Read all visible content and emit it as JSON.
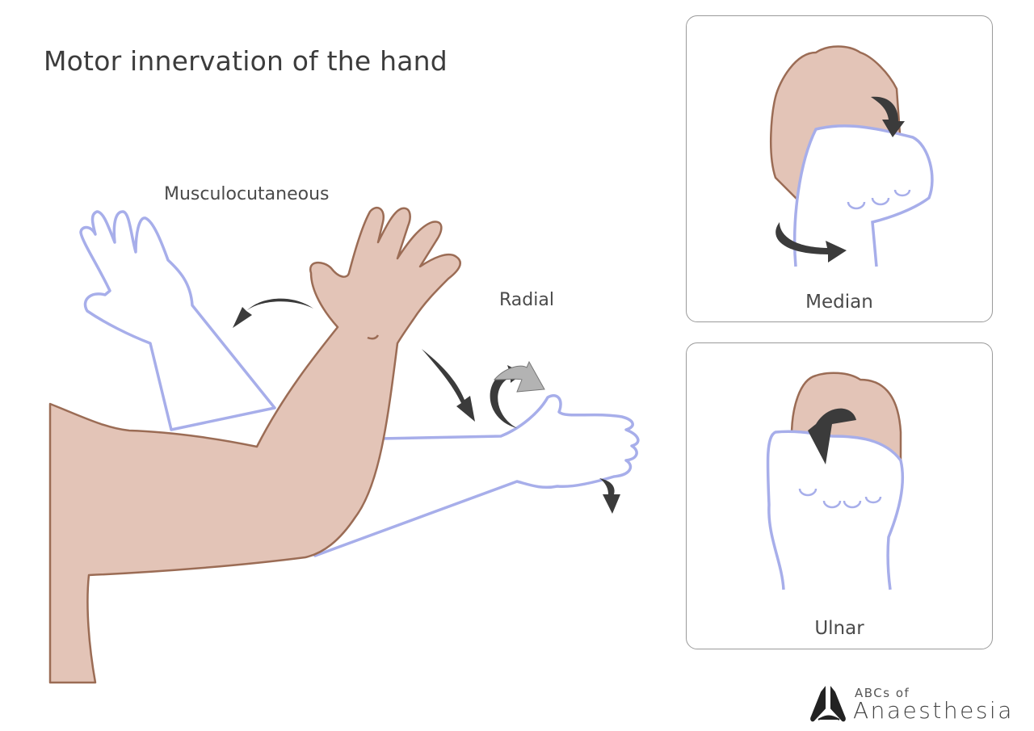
{
  "title": "Motor innervation of the hand",
  "labels": {
    "musculocutaneous": "Musculocutaneous",
    "radial": "Radial",
    "median": "Median",
    "ulnar": "Ulnar"
  },
  "logo": {
    "line1": "ABCs of",
    "line2": "Anaesthesia"
  },
  "colors": {
    "skin": "#e3c4b7",
    "skin_outline": "#9b6c55",
    "hand_outline": "#a7aeea",
    "arrow": "#3b3b3b",
    "arrow_light": "#b3b3b3"
  }
}
